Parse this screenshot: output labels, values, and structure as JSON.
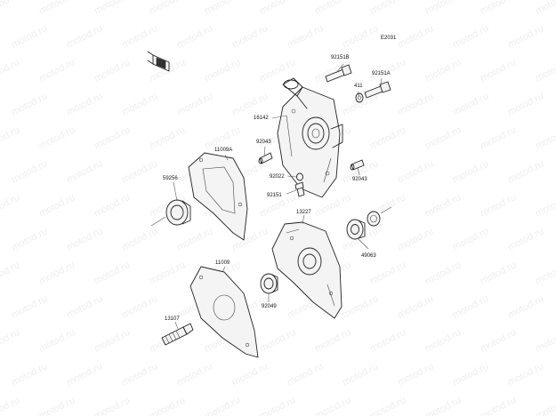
{
  "diagram_id": "E2031",
  "watermark_text": "motod.ru",
  "colors": {
    "line": "#222222",
    "watermark": "#eeeeee",
    "background": "#ffffff"
  },
  "orientation_icon": "front-arrow-icon",
  "parts": [
    {
      "key": "p92151B",
      "label": "92151B"
    },
    {
      "key": "p92151A",
      "label": "92151A"
    },
    {
      "key": "p411",
      "label": "411"
    },
    {
      "key": "p16142",
      "label": "16142"
    },
    {
      "key": "p92043a",
      "label": "92043"
    },
    {
      "key": "p92043b",
      "label": "92043"
    },
    {
      "key": "p92022",
      "label": "92022"
    },
    {
      "key": "p92151",
      "label": "92151"
    },
    {
      "key": "p11009A",
      "label": "11009A"
    },
    {
      "key": "p59256",
      "label": "59256"
    },
    {
      "key": "p13227",
      "label": "13227"
    },
    {
      "key": "p49063",
      "label": "49063"
    },
    {
      "key": "p11009",
      "label": "11009"
    },
    {
      "key": "p92049",
      "label": "92049"
    },
    {
      "key": "p13107",
      "label": "13107"
    }
  ]
}
